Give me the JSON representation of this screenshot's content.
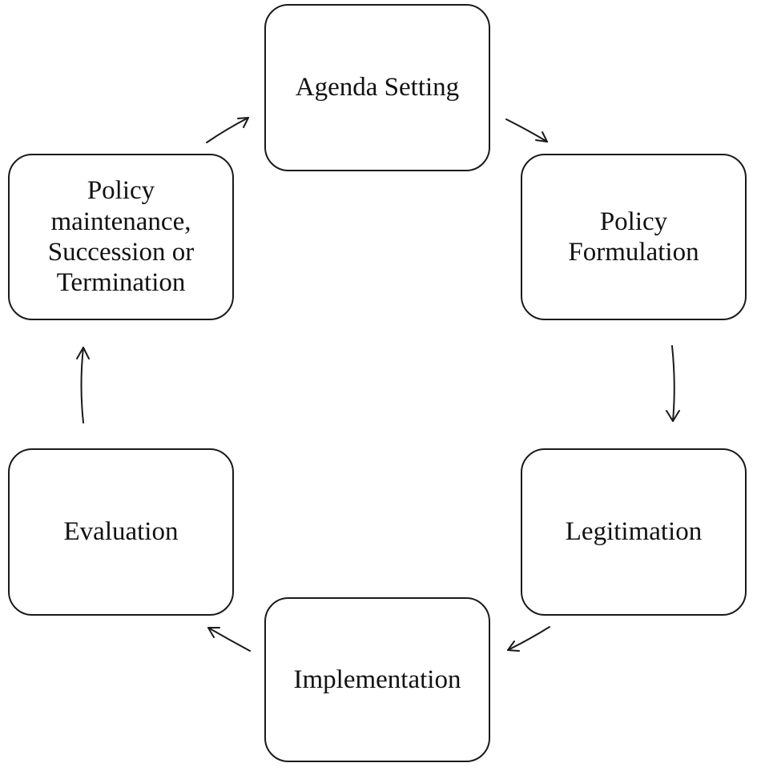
{
  "diagram": {
    "type": "cycle",
    "nodes": [
      {
        "id": "agenda",
        "lines": [
          "Agenda Setting"
        ]
      },
      {
        "id": "formulation",
        "lines": [
          "Policy",
          "Formulation"
        ]
      },
      {
        "id": "legitimation",
        "lines": [
          "Legitimation"
        ]
      },
      {
        "id": "implementation",
        "lines": [
          "Implementation"
        ]
      },
      {
        "id": "evaluation",
        "lines": [
          "Evaluation"
        ]
      },
      {
        "id": "maintenance",
        "lines": [
          "Policy",
          "maintenance,",
          "Succession or",
          "Termination"
        ]
      }
    ],
    "edges": [
      {
        "from": "agenda",
        "to": "formulation"
      },
      {
        "from": "formulation",
        "to": "legitimation"
      },
      {
        "from": "legitimation",
        "to": "implementation"
      },
      {
        "from": "implementation",
        "to": "evaluation"
      },
      {
        "from": "evaluation",
        "to": "maintenance"
      },
      {
        "from": "maintenance",
        "to": "agenda"
      }
    ]
  }
}
